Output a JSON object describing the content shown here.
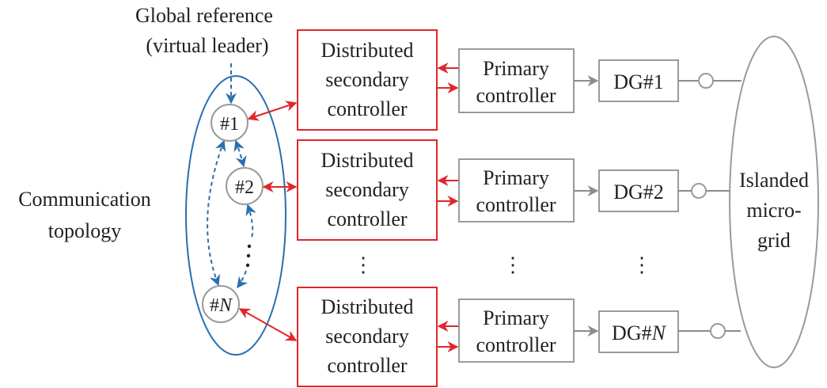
{
  "title_lines": [
    "Global reference",
    "(virtual leader)"
  ],
  "topology_label": [
    "Communication",
    "topology"
  ],
  "nodes": [
    {
      "id": "1",
      "label": "#1",
      "italic": ""
    },
    {
      "id": "2",
      "label": "#2",
      "italic": ""
    },
    {
      "id": "N",
      "label": "#",
      "italic": "N"
    }
  ],
  "rows": [
    {
      "secondary": [
        "Distributed",
        "secondary",
        "controller"
      ],
      "primary": [
        "Primary",
        "controller"
      ],
      "dg": {
        "prefix": "DG#",
        "suffix": "1",
        "italic": false
      }
    },
    {
      "secondary": [
        "Distributed",
        "secondary",
        "controller"
      ],
      "primary": [
        "Primary",
        "controller"
      ],
      "dg": {
        "prefix": "DG#",
        "suffix": "2",
        "italic": false
      }
    },
    {
      "secondary": [
        "Distributed",
        "secondary",
        "controller"
      ],
      "primary": [
        "Primary",
        "controller"
      ],
      "dg": {
        "prefix": "DG#",
        "suffix": "N",
        "italic": true
      }
    }
  ],
  "ellipsis": "⋮",
  "microgrid_label": [
    "Islanded",
    "micro-",
    "grid"
  ],
  "colors": {
    "communication": "#2a6fb0",
    "secondary": "#e0262b",
    "primary": "#8c8c8c",
    "text": "#231f20"
  }
}
